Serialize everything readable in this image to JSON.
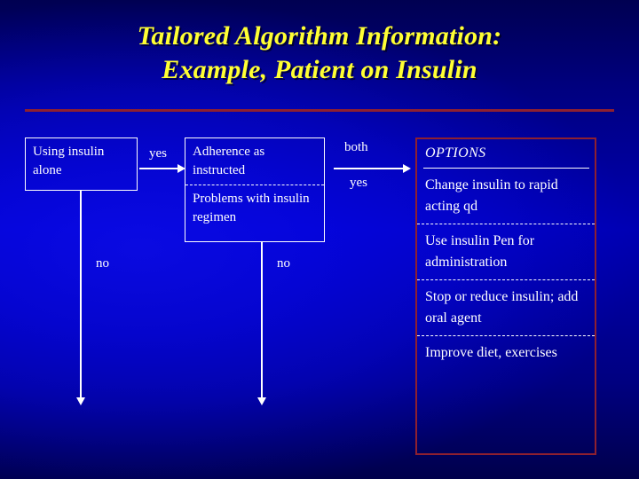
{
  "slide": {
    "title_lines": [
      "Tailored Algorithm Information:",
      "Example, Patient on Insulin"
    ],
    "colors": {
      "title_text": "#ffff33",
      "rule": "#8e2030",
      "box_border": "#ffffff",
      "options_border": "#8e2030",
      "body_text": "#ffffff",
      "background_blue": "#0000a8",
      "background_dark": "#000033"
    }
  },
  "flow": {
    "box_using": {
      "text": "Using insulin alone"
    },
    "box_adherence": {
      "rows": [
        "Adherence as instructed",
        "Problems with insulin regimen"
      ]
    },
    "edge_labels": {
      "yes_to_adherence": "yes",
      "both": "both",
      "yes_to_options": "yes",
      "no_from_using": "no",
      "no_from_adherence": "no"
    }
  },
  "options_panel": {
    "heading": "OPTIONS",
    "items": [
      "Change insulin to rapid acting qd",
      "Use insulin Pen for administration",
      "Stop or reduce insulin; add oral agent",
      "Improve diet, exercises"
    ]
  }
}
